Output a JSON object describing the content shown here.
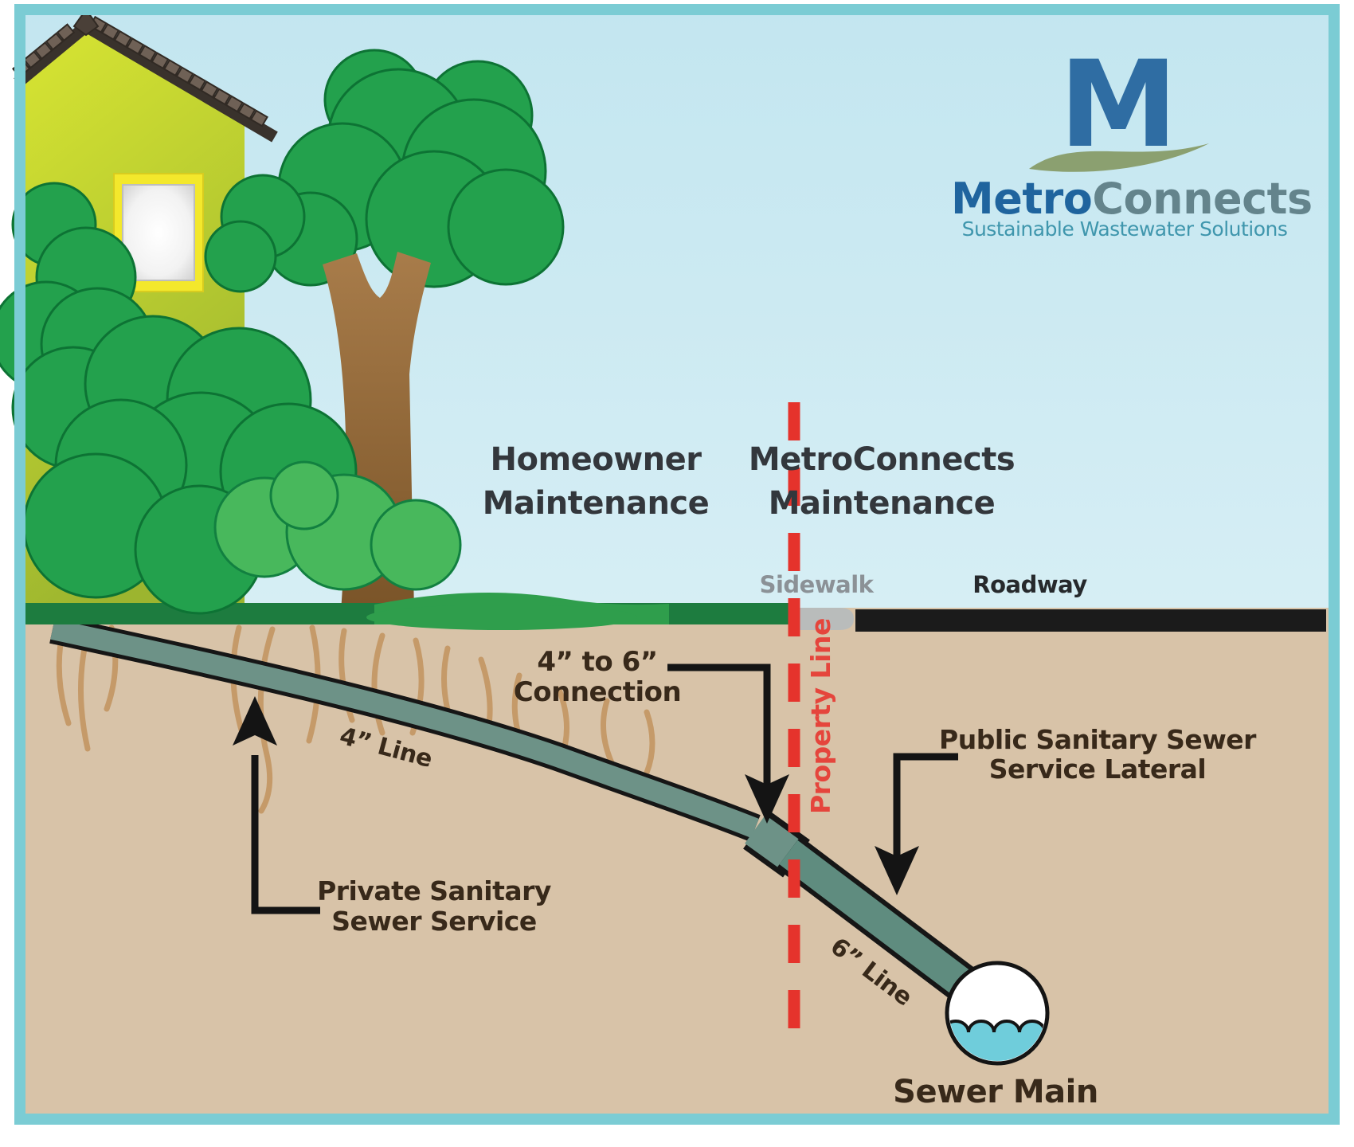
{
  "logo": {
    "monogram": "M",
    "brand_primary": "Metro",
    "brand_secondary": "Connects",
    "tagline": "Sustainable Wastewater Solutions"
  },
  "zones": {
    "homeowner_line1": "Homeowner",
    "homeowner_line2": "Maintenance",
    "metro_line1": "MetroConnects",
    "metro_line2": "Maintenance"
  },
  "surface_labels": {
    "sidewalk": "Sidewalk",
    "roadway": "Roadway"
  },
  "underground_labels": {
    "property_line": "Property Line",
    "pipe4": "4” Line",
    "pipe6": "6” Line",
    "connection_line1": "4” to 6”",
    "connection_line2": "Connection",
    "private_line1": "Private Sanitary",
    "private_line2": "Sewer Service",
    "public_line1": "Public Sanitary Sewer",
    "public_line2": "Service Lateral",
    "sewer_main": "Sewer Main"
  },
  "colors": {
    "frame_border": "#7bccd4",
    "sky": "#cfeaf3",
    "ground": "#d8c3a8",
    "grass_dark": "#1d7c3f",
    "grass_light": "#2f9e4c",
    "roadway_black": "#1b1b1b",
    "sidewalk_gray": "#b9bcbb",
    "property_line_red": "#e5332c",
    "pipe_fill_4in": "#6d9287",
    "pipe_fill_6in": "#5f8c7f",
    "sewer_water": "#6fcddb",
    "house_wall": "#cede31",
    "roof_brown": "#6f6156",
    "label_dark_brown": "#38291a",
    "logo_blue": "#2f6da3",
    "logo_metro_blue": "#1f649e",
    "logo_connects_gray": "#64848c",
    "logo_wave_olive": "#8ba070",
    "logo_tagline_teal": "#3f96ad"
  }
}
